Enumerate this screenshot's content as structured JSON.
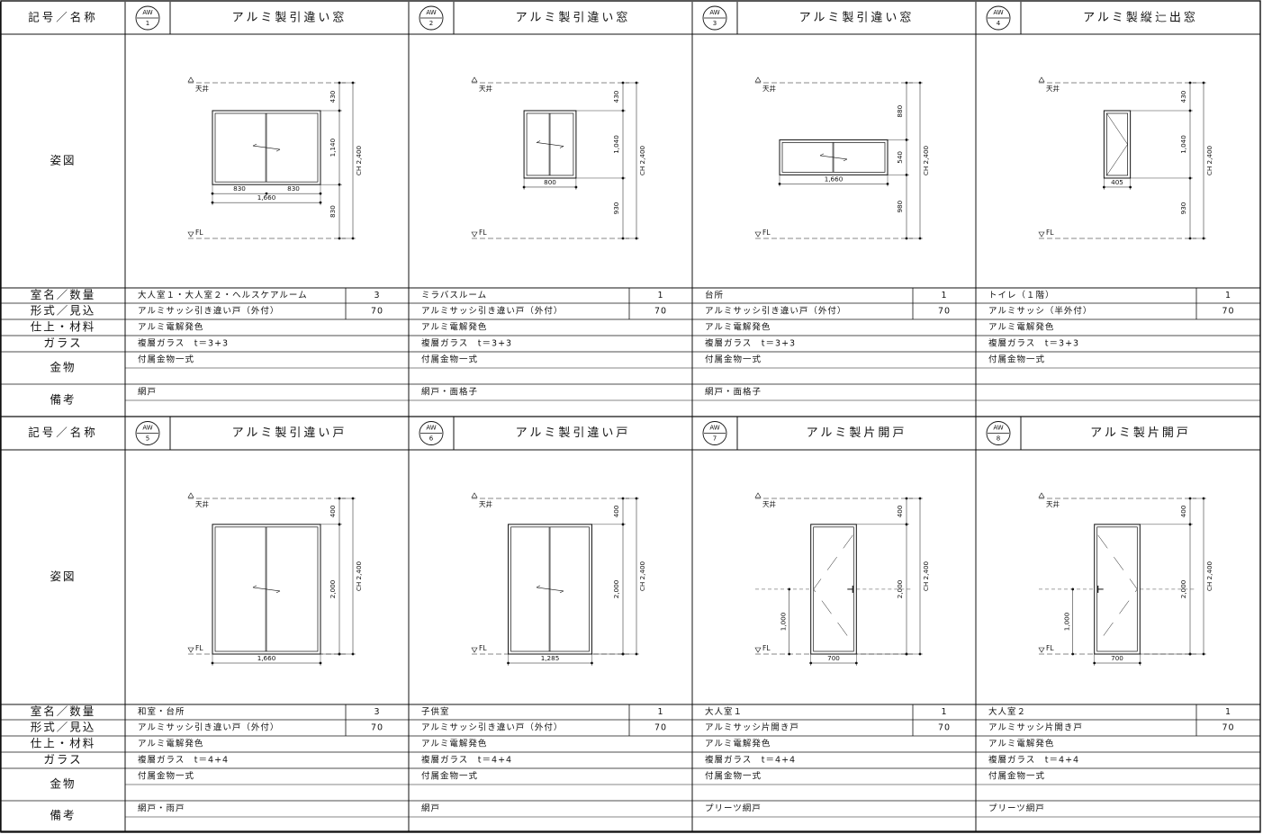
{
  "labels": {
    "symbol_name": "記号／名称",
    "figure": "姿図",
    "room_qty": "室名／数量",
    "type_depth": "形式／見込",
    "finish_material": "仕上・材料",
    "glass": "ガラス",
    "hardware": "金物",
    "remarks": "備考"
  },
  "level_labels": {
    "ceiling": "天井",
    "floor": "FL"
  },
  "fittings": [
    {
      "code_top": "AW",
      "code_num": "1",
      "name": "アルミ製引違い窓",
      "room": "大人室１・大人室２・ヘルスケアルーム",
      "qty": "3",
      "type": "アルミサッシ引き違い戸（外付）",
      "depth": "70",
      "finish": "アルミ電解発色",
      "glass": "複層ガラス　t＝3+3",
      "hardware": "付属金物一式",
      "remarks": "網戸",
      "drawing": {
        "kind": "slide-window",
        "dims": {
          "top": "430",
          "height": "1,140",
          "bottom": "830",
          "total": "CH 2,400",
          "leaf_left": "830",
          "leaf_right": "830",
          "width": "1,660"
        }
      }
    },
    {
      "code_top": "AW",
      "code_num": "2",
      "name": "アルミ製引違い窓",
      "room": "ミラバスルーム",
      "qty": "1",
      "type": "アルミサッシ引き違い戸（外付）",
      "depth": "70",
      "finish": "アルミ電解発色",
      "glass": "複層ガラス　t＝3+3",
      "hardware": "付属金物一式",
      "remarks": "網戸・面格子",
      "drawing": {
        "kind": "slide-window",
        "dims": {
          "top": "430",
          "height": "1,040",
          "bottom": "930",
          "total": "CH 2,400",
          "width": "800"
        }
      }
    },
    {
      "code_top": "AW",
      "code_num": "3",
      "name": "アルミ製引違い窓",
      "room": "台所",
      "qty": "1",
      "type": "アルミサッシ引き違い戸（外付）",
      "depth": "70",
      "finish": "アルミ電解発色",
      "glass": "複層ガラス　t＝3+3",
      "hardware": "付属金物一式",
      "remarks": "網戸・面格子",
      "drawing": {
        "kind": "slide-window",
        "dims": {
          "top": "880",
          "height": "540",
          "bottom": "980",
          "total": "CH 2,400",
          "width": "1,660"
        }
      }
    },
    {
      "code_top": "AW",
      "code_num": "4",
      "name": "アルミ製縦辷出窓",
      "room": "トイレ（１階）",
      "qty": "1",
      "type": "アルミサッシ（半外付）",
      "depth": "70",
      "finish": "アルミ電解発色",
      "glass": "複層ガラス　t＝3+3",
      "hardware": "付属金物一式",
      "remarks": "",
      "drawing": {
        "kind": "casement-window",
        "dims": {
          "top": "430",
          "height": "1,040",
          "bottom": "930",
          "total": "CH 2,400",
          "width": "405"
        }
      }
    },
    {
      "code_top": "AW",
      "code_num": "5",
      "name": "アルミ製引違い戸",
      "room": "和室・台所",
      "qty": "3",
      "type": "アルミサッシ引き違い戸（外付）",
      "depth": "70",
      "finish": "アルミ電解発色",
      "glass": "複層ガラス　t＝4+4",
      "hardware": "付属金物一式",
      "remarks": "網戸・雨戸",
      "drawing": {
        "kind": "slide-door",
        "dims": {
          "top": "400",
          "height": "2,000",
          "total": "CH 2,400",
          "width": "1,660"
        }
      }
    },
    {
      "code_top": "AW",
      "code_num": "6",
      "name": "アルミ製引違い戸",
      "room": "子供室",
      "qty": "1",
      "type": "アルミサッシ引き違い戸（外付）",
      "depth": "70",
      "finish": "アルミ電解発色",
      "glass": "複層ガラス　t＝4+4",
      "hardware": "付属金物一式",
      "remarks": "網戸",
      "drawing": {
        "kind": "slide-door",
        "dims": {
          "top": "400",
          "height": "2,000",
          "total": "CH 2,400",
          "width": "1,285"
        }
      }
    },
    {
      "code_top": "AW",
      "code_num": "7",
      "name": "アルミ製片開戸",
      "room": "大人室１",
      "qty": "1",
      "type": "アルミサッシ片開き戸",
      "depth": "70",
      "finish": "アルミ電解発色",
      "glass": "複層ガラス　t＝4+4",
      "hardware": "付属金物一式",
      "remarks": "プリーツ網戸",
      "drawing": {
        "kind": "swing-door",
        "handle": "right",
        "dims": {
          "top": "400",
          "height": "2,000",
          "total": "CH 2,400",
          "handle": "1,000",
          "width": "700"
        }
      }
    },
    {
      "code_top": "AW",
      "code_num": "8",
      "name": "アルミ製片開戸",
      "room": "大人室２",
      "qty": "1",
      "type": "アルミサッシ片開き戸",
      "depth": "70",
      "finish": "アルミ電解発色",
      "glass": "複層ガラス　t＝4+4",
      "hardware": "付属金物一式",
      "remarks": "プリーツ網戸",
      "drawing": {
        "kind": "swing-door",
        "handle": "left",
        "dims": {
          "top": "400",
          "height": "2,000",
          "total": "CH 2,400",
          "handle": "1,000",
          "width": "700"
        }
      }
    }
  ]
}
